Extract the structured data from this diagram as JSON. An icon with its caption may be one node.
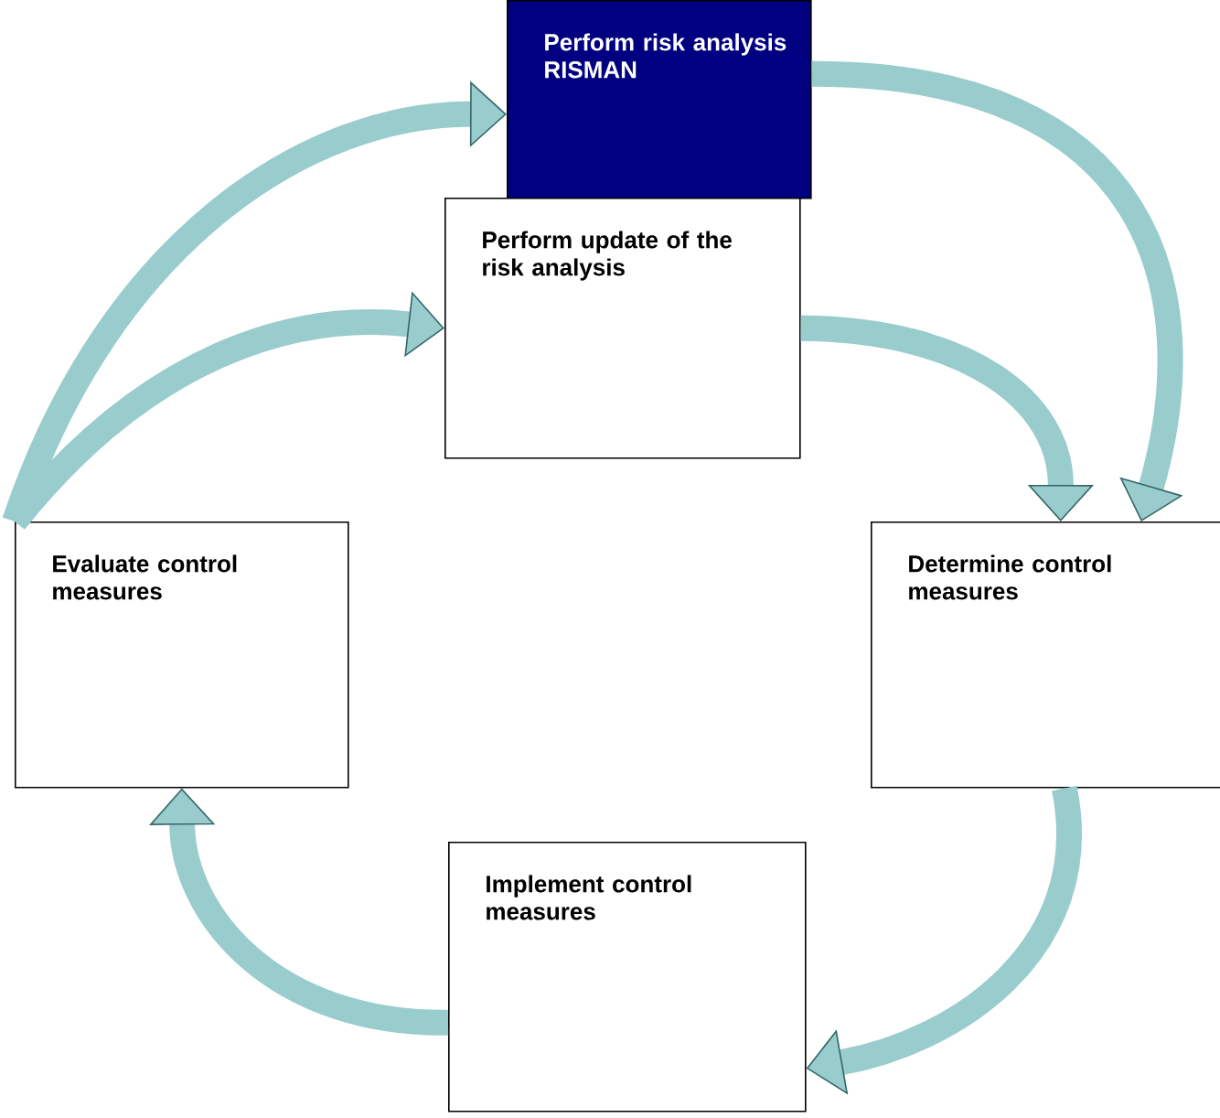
{
  "diagram": {
    "nodes": [
      {
        "text": [
          "Perform risk analysis RISMAN"
        ]
      },
      {
        "text": [
          "Perform update of the risk analysis"
        ]
      },
      {
        "text": [
          "Determine control measures"
        ]
      },
      {
        "text": [
          "Implement control measures"
        ]
      },
      {
        "text": [
          "Evaluate control measures"
        ]
      }
    ],
    "edges": [
      {
        "from": 4,
        "to": 0,
        "arrow": "to"
      },
      {
        "from": 4,
        "to": 1,
        "arrow": "to"
      },
      {
        "from": 0,
        "to": 2,
        "arrow": "to"
      },
      {
        "from": 1,
        "to": 2,
        "arrow": "to"
      },
      {
        "from": 2,
        "to": 3,
        "arrow": "to"
      },
      {
        "from": 3,
        "to": 4,
        "arrow": "to"
      }
    ]
  }
}
